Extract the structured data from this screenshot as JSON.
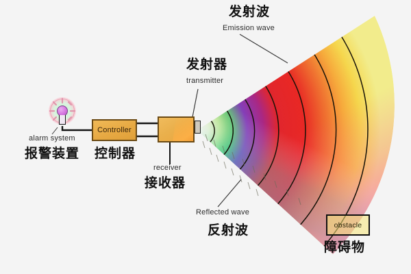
{
  "diagram": {
    "title_hint": "ultrasonic-obstacle-detection-schematic",
    "background_color": "#f4f4f4"
  },
  "components": {
    "alarm": {
      "icon": "alarm-lamp-icon",
      "label_en": "alarm system",
      "label_cn": "报警装置",
      "bulb_color": "#c55fd2",
      "halo_color": "#f6c8d2"
    },
    "controller": {
      "box_text": "Controller",
      "label_cn": "控制器",
      "fill_color": "#e7a943",
      "border_color": "#6b4a14"
    },
    "transmitter": {
      "label_en": "transmitter",
      "label_cn": "发射器"
    },
    "receiver": {
      "label_en": "receiver",
      "label_cn": "接收器",
      "fill_color": "#eab04c",
      "border_color": "#6b4a14"
    },
    "obstacle": {
      "box_text": "obstacle",
      "label_cn": "障碍物",
      "border_color": "#111111",
      "fill_color": "#f5e678"
    }
  },
  "waves": {
    "emission": {
      "label_cn": "发射波",
      "label_en": "Emission wave"
    },
    "reflected": {
      "label_en": "Reflected wave",
      "label_cn": "反射波"
    },
    "band_colors": [
      "#f2e97a",
      "#f5d94e",
      "#f6a93c",
      "#ef6a30",
      "#e8232a",
      "#d51f2c",
      "#a8208e",
      "#7b2bbf",
      "#4fb36a",
      "#3fd6c8",
      "#bfe9c8"
    ],
    "arc_count": 7
  }
}
